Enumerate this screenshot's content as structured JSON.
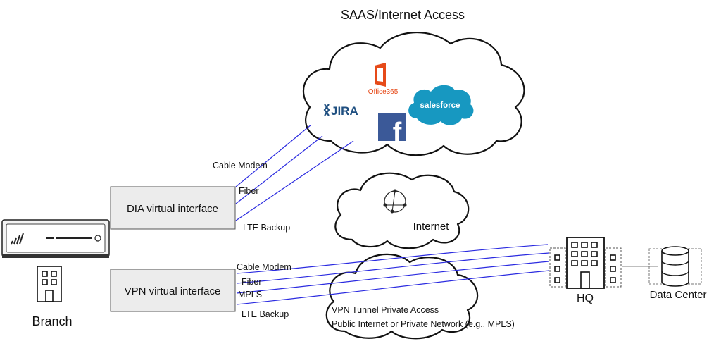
{
  "title": "SAAS/Internet Access",
  "saas_logos": {
    "office": "Office365",
    "jira": "JIRA",
    "salesforce": "salesforce",
    "facebook": "f"
  },
  "dia": {
    "box_label": "DIA virtual interface",
    "links": [
      "Cable Modem",
      "Fiber",
      "LTE Backup"
    ]
  },
  "vpn": {
    "box_label": "VPN virtual interface",
    "links": [
      "Cable Modem",
      "Fiber",
      "MPLS",
      "LTE Backup"
    ]
  },
  "internet_label": "Internet",
  "vpn_cloud": {
    "line1": "VPN Tunnel Private Access",
    "line2": "Public Internet or Private Network (e.g., MPLS)"
  },
  "branch_label": "Branch",
  "hq_label": "HQ",
  "dc_label": "Data Center",
  "colors": {
    "link_line": "#2b2be0",
    "office_red": "#e64a19",
    "jira_blue": "#205081",
    "salesforce_blue": "#1798c1",
    "facebook_blue": "#3b5998"
  }
}
